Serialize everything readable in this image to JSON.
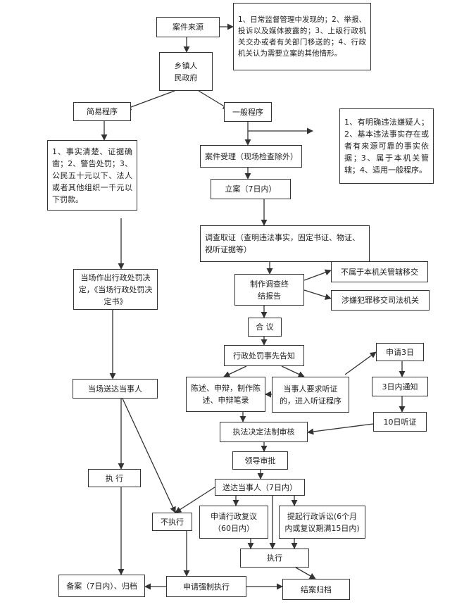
{
  "nodes": {
    "case_source": "案件来源",
    "source_note": "1、日常监督管理中发现的；2、举报、投诉以及媒体披露的；3、上级行政机关交办或者有关部门移送的；4、行政机关认为需要立案的其他情形。",
    "township_gov": "乡镇人民政府",
    "simple_procedure": "简易程序",
    "general_procedure": "一般程序",
    "simple_conditions": "1、事实清楚、证据确凿；2、警告处罚；3、公民五十元以下、法人或者其他组织一千元以下罚款。",
    "general_conditions": "1、有明确违法嫌疑人；2、基本违法事实存在或者有来源可靠的事实依据；3、属于本机关管辖；4、适用一般程序。",
    "case_acceptance": "案件受理（现场检查除外）",
    "filing": "立案（7日内）",
    "investigation": "调查取证（查明违法事实，固定书证、物证、视听证据等）",
    "investigation_report": "制作调查终结报告",
    "transfer_jurisdiction": "不属于本机关管辖移交",
    "transfer_judicial": "涉嫌犯罪移交司法机关",
    "deliberation": "合 议",
    "prior_notice": "行政处罚事先告知",
    "statement_defense": "陈述、申辩，制作陈述、申辩笔录",
    "hearing_request": "当事人要求听证的，进入听证程序",
    "apply_3days": "申请3日",
    "notify_3days": "3日内通知",
    "hearing_10days": "10日听证",
    "legal_review": "执法决定法制审核",
    "leader_approval": "领导审批",
    "deliver_party": "送达当事人（7日内）",
    "admin_reconsideration": "申请行政复议（60日内）",
    "admin_litigation": "提起行政诉讼(6个月内或复议期满15日内)",
    "execute_general": "执行",
    "onsite_decision": "当场作出行政处罚决定，《当场行政处罚决定书》",
    "onsite_deliver": "当场送达当事人",
    "execute_simple": "执 行",
    "not_execute": "不执行",
    "filing_archive": "备案（7日内）、归档",
    "apply_enforcement": "申请强制执行",
    "case_closed": "结案归档"
  },
  "colors": {
    "line": "#333333",
    "box_border": "#333333",
    "background": "#ffffff"
  }
}
